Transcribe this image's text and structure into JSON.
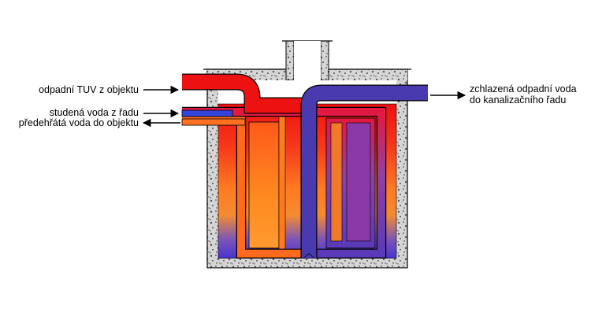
{
  "labels": {
    "hot_waste_in": "odpadní TUV z objektu",
    "cold_water_in": "studená voda z řadu",
    "preheated_out": "předehřátá voda do objektu",
    "cooled_out_line1": "zchlazená odpadní voda",
    "cooled_out_line2": "do kanalizačního řadu"
  },
  "colors": {
    "hot": "#ee1111",
    "warm": "#ff8822",
    "cold": "#4433cc",
    "cold_pipe": "#4a3ab0",
    "concrete": "#d8d8d8",
    "outline": "#000000",
    "arrow": "#000000"
  }
}
